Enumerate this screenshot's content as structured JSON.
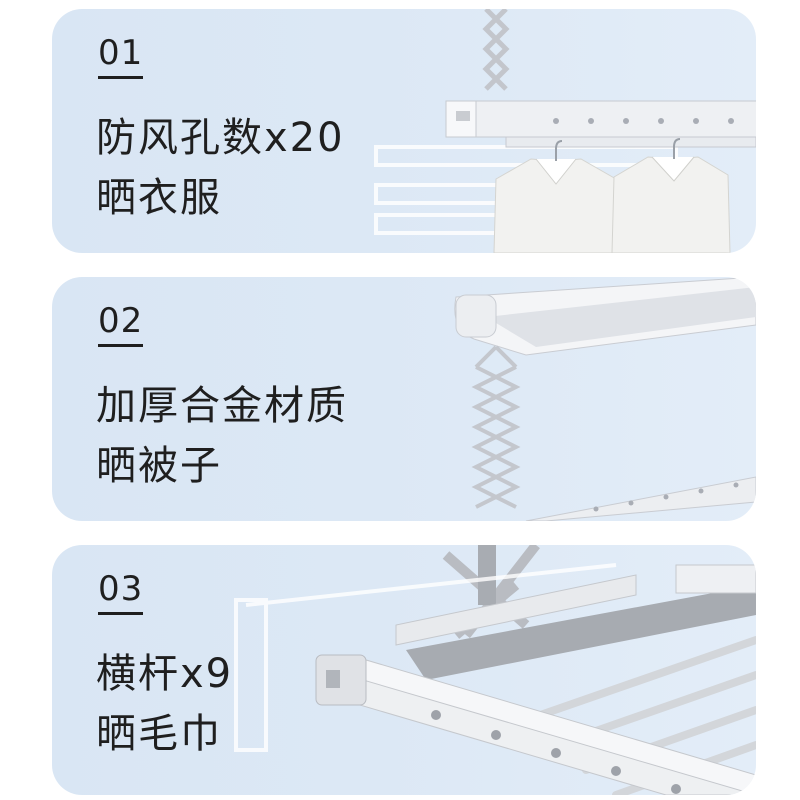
{
  "features": [
    {
      "number": "01",
      "title": "防风孔数x20",
      "subtitle": "晒衣服",
      "image": "clothes-rack-with-shirts"
    },
    {
      "number": "02",
      "title": "加厚合金材质",
      "subtitle": "晒被子",
      "image": "folding-rack-side-view"
    },
    {
      "number": "03",
      "title": "横杆x9",
      "subtitle": "晒毛巾",
      "image": "rack-crossbars-closeup"
    }
  ],
  "colors": {
    "card_bg": "#dce8f5",
    "text": "#1f1f1f",
    "metal": "#c9ccd1"
  }
}
